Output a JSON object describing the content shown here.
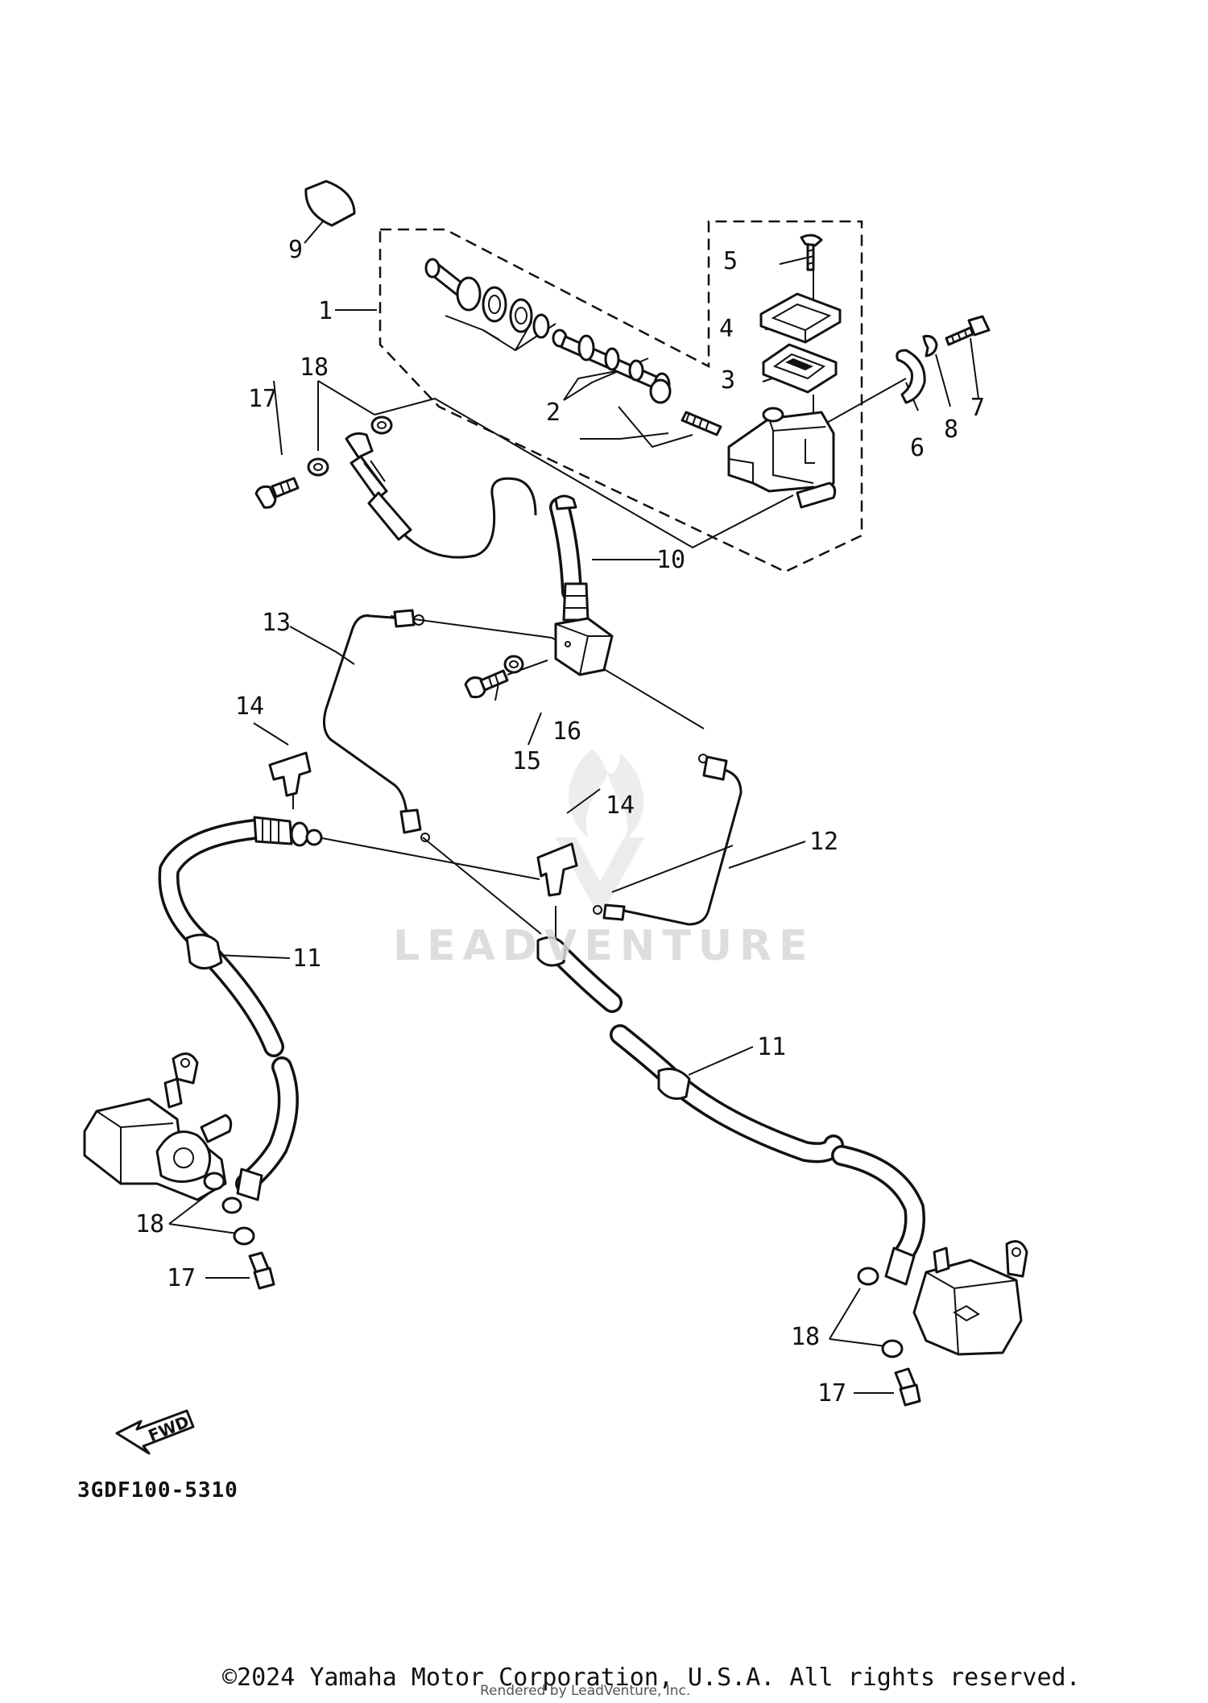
{
  "diagram": {
    "code": "3GDF100-5310",
    "fwd_label": "FWD",
    "callouts": [
      {
        "ref": "1",
        "text": "1"
      },
      {
        "ref": "2",
        "text": "2"
      },
      {
        "ref": "3",
        "text": "3"
      },
      {
        "ref": "4",
        "text": "4"
      },
      {
        "ref": "5",
        "text": "5"
      },
      {
        "ref": "6",
        "text": "6"
      },
      {
        "ref": "7",
        "text": "7"
      },
      {
        "ref": "8",
        "text": "8"
      },
      {
        "ref": "9",
        "text": "9"
      },
      {
        "ref": "10",
        "text": "10"
      },
      {
        "ref": "11-left",
        "text": "11"
      },
      {
        "ref": "11-right",
        "text": "11"
      },
      {
        "ref": "12",
        "text": "12"
      },
      {
        "ref": "13",
        "text": "13"
      },
      {
        "ref": "14-left",
        "text": "14"
      },
      {
        "ref": "14-center",
        "text": "14"
      },
      {
        "ref": "15",
        "text": "15"
      },
      {
        "ref": "16",
        "text": "16"
      },
      {
        "ref": "17-top",
        "text": "17"
      },
      {
        "ref": "17-left",
        "text": "17"
      },
      {
        "ref": "17-right",
        "text": "17"
      },
      {
        "ref": "18-top",
        "text": "18"
      },
      {
        "ref": "18-left",
        "text": "18"
      },
      {
        "ref": "18-right",
        "text": "18"
      }
    ]
  },
  "watermark": {
    "text": "LEADVENTURE"
  },
  "footer": {
    "copyright": "©2024 Yamaha Motor Corporation, U.S.A. All rights reserved.",
    "rendered_by": "Rendered by LeadVenture, Inc."
  }
}
